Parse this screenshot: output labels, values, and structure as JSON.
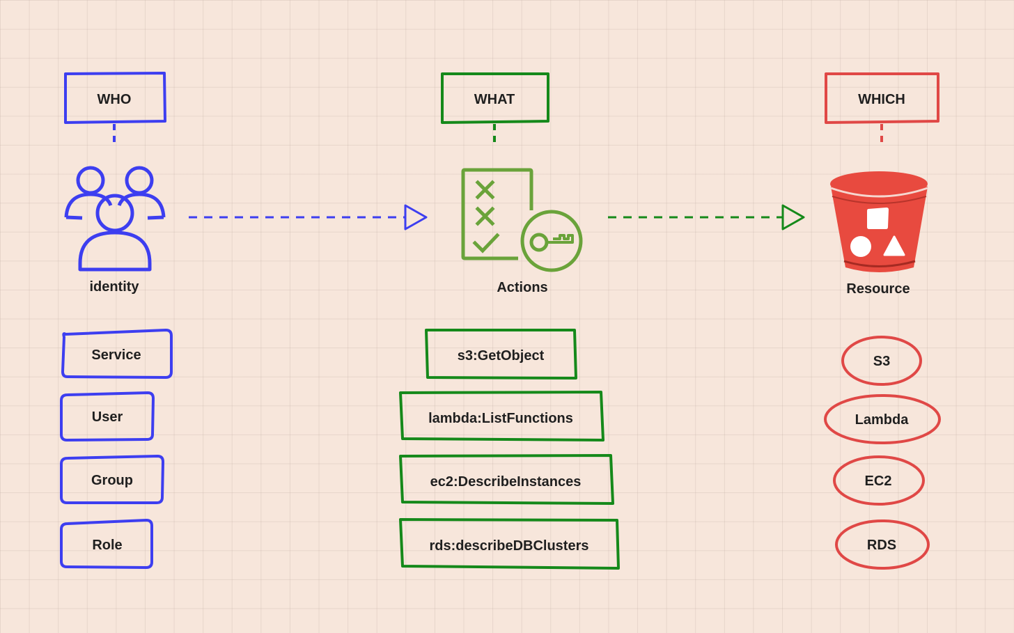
{
  "colors": {
    "background": "#f7e6db",
    "who": "#3d3ef0",
    "what": "#15891a",
    "what_icon": "#6aa33a",
    "which": "#e04846",
    "bucket": "#e84a3f",
    "text": "#1f1f1f"
  },
  "who": {
    "header": "WHO",
    "icon": "users-group-icon",
    "caption": "identity",
    "items": [
      "Service",
      "User",
      "Group",
      "Role"
    ]
  },
  "what": {
    "header": "WHAT",
    "icon": "checklist-key-icon",
    "caption": "Actions",
    "items": [
      "s3:GetObject",
      "lambda:ListFunctions",
      "ec2:DescribeInstances",
      "rds:describeDBClusters"
    ]
  },
  "which": {
    "header": "WHICH",
    "icon": "bucket-icon",
    "caption": "Resource",
    "items": [
      "S3",
      "Lambda",
      "EC2",
      "RDS"
    ]
  }
}
